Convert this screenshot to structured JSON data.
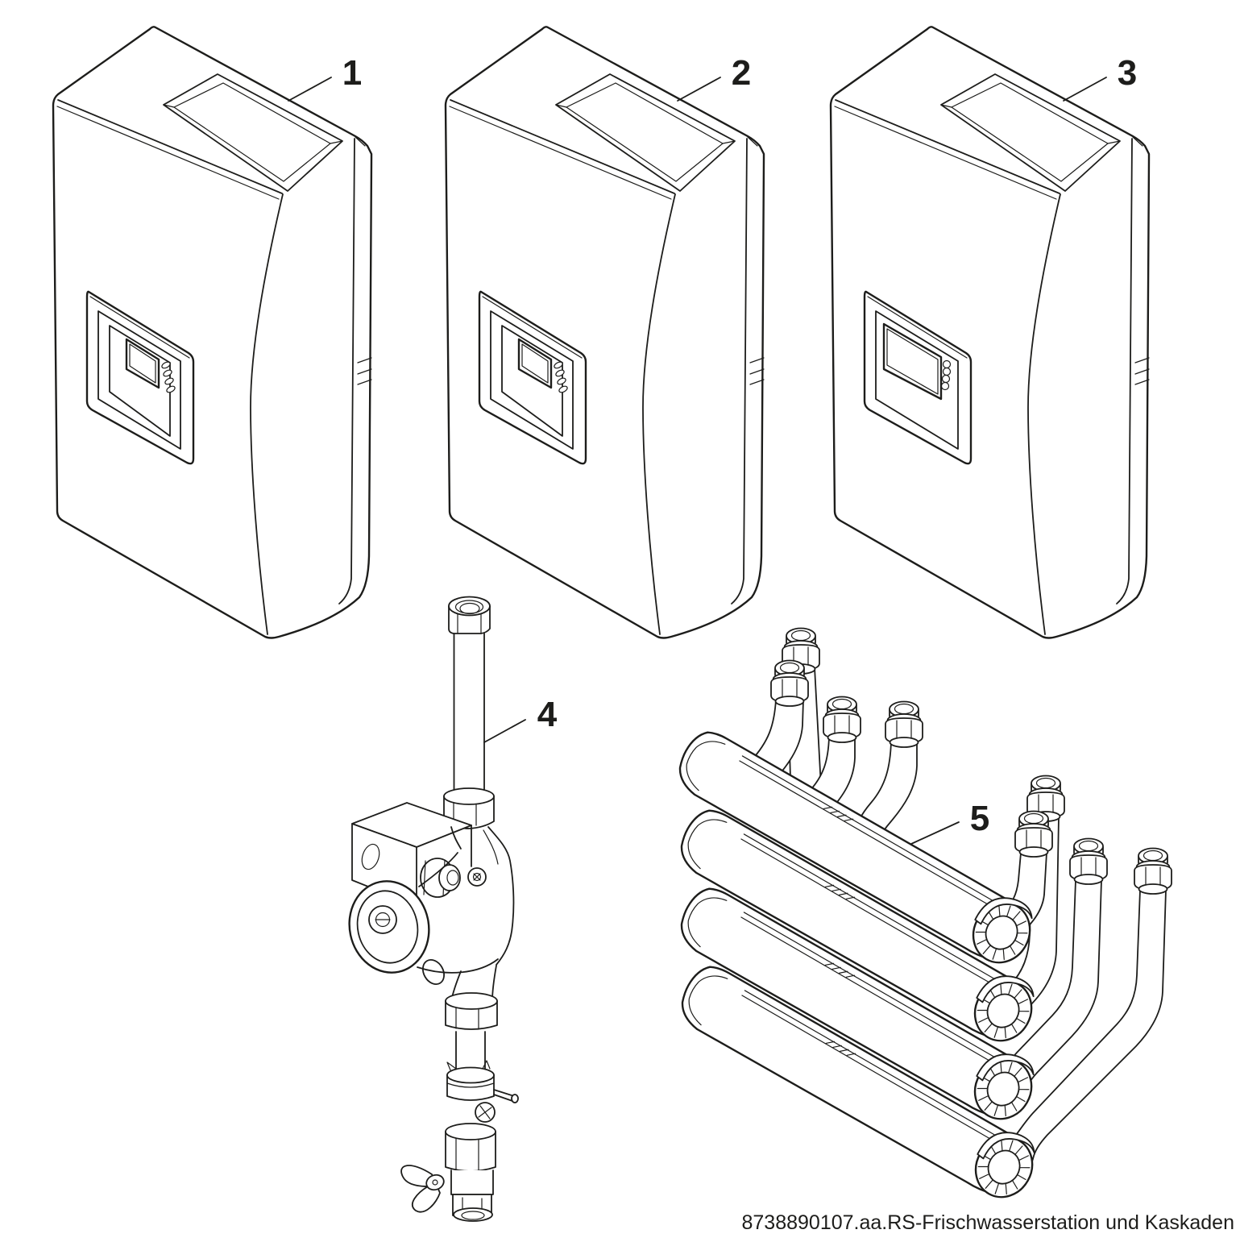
{
  "diagram": {
    "caption": "8738890107.aa.RS-Frischwasserstation und Kaskaden",
    "callouts": [
      {
        "number": "1"
      },
      {
        "number": "2"
      },
      {
        "number": "3"
      },
      {
        "number": "4"
      },
      {
        "number": "5"
      }
    ],
    "colors": {
      "line": "#1d1d1b",
      "background": "#ffffff"
    }
  }
}
